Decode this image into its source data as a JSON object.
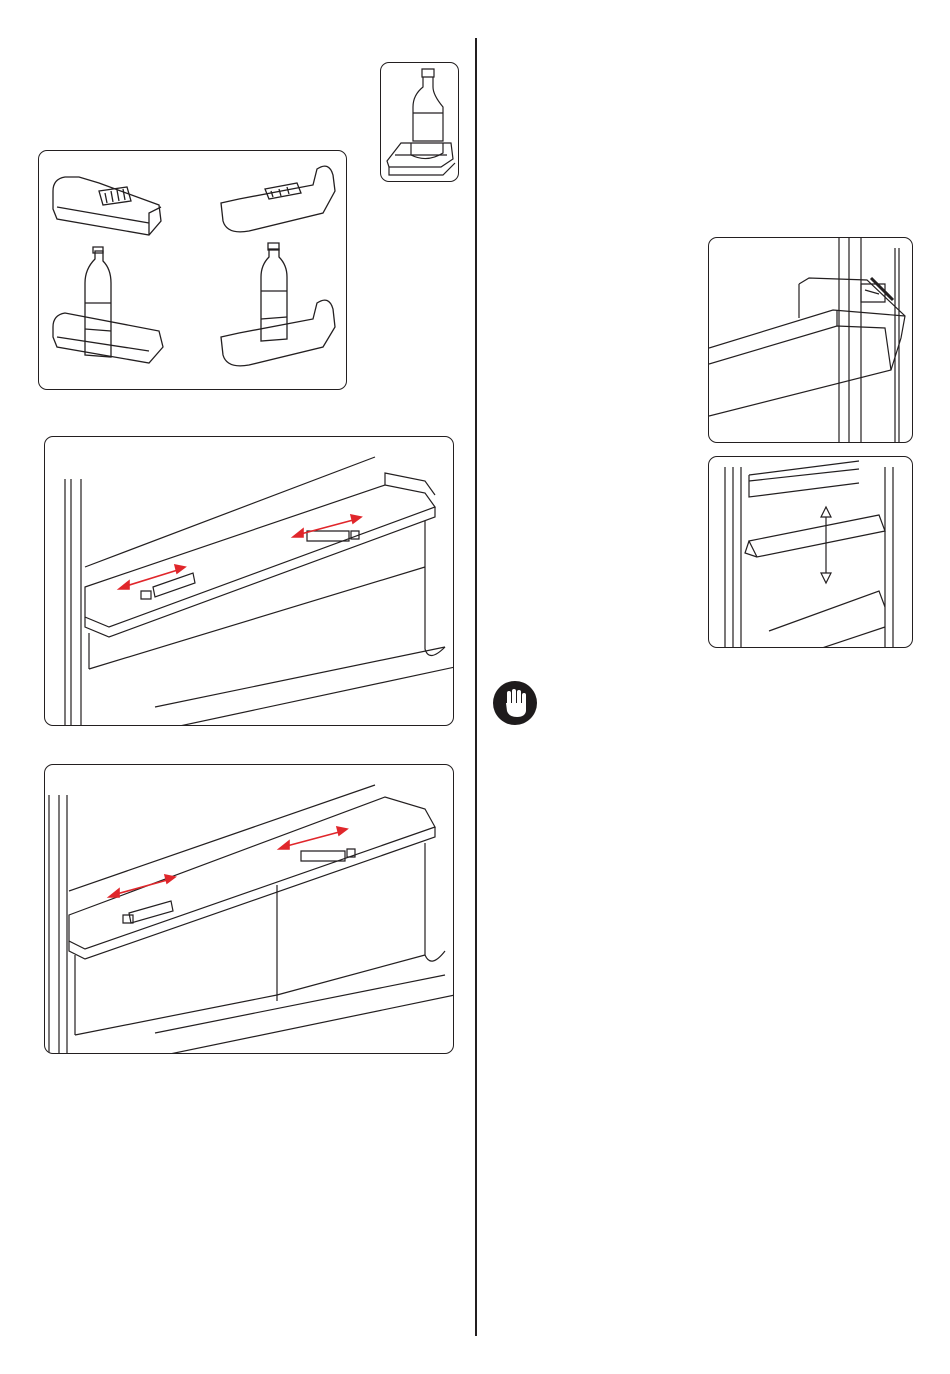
{
  "page": {
    "background": "#ffffff",
    "line_color": "#231f20",
    "arrow_color": "#e0262b"
  },
  "figures": {
    "bottle_holder_inset": {
      "icon": "wine-bottle-in-door-shelf"
    },
    "door_shelf_bottles": {
      "icons": [
        "door-shelf-empty-left",
        "door-shelf-empty-right",
        "door-shelf-with-bottle-left",
        "door-shelf-with-bottle-right"
      ]
    },
    "shelf_slider_single": {
      "icon": "shelf-sliding-vents-single-drawer",
      "arrows": 2
    },
    "shelf_slider_double": {
      "icon": "shelf-sliding-vents-double-drawer",
      "arrows": 2
    },
    "door_shelf_clip": {
      "icon": "door-shelf-clip-detail"
    },
    "door_shelf_height": {
      "icon": "door-shelf-height-adjust"
    }
  },
  "warning": {
    "icon": "stop-hand-icon"
  }
}
